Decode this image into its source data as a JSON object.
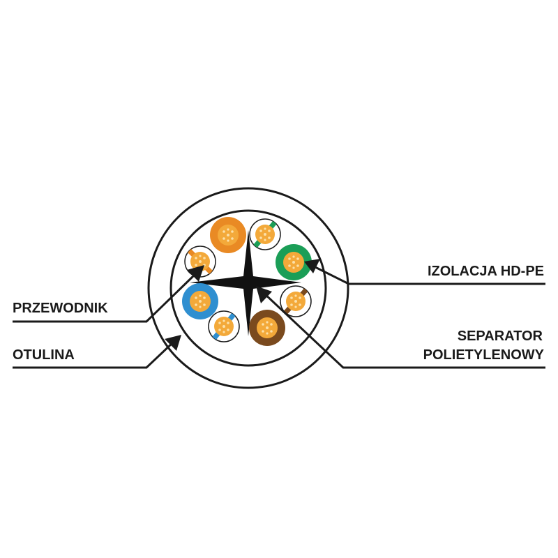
{
  "labels": {
    "conductor": "PRZEWODNIK",
    "jacket": "OTULINA",
    "insulation": "IZOLACJA HD-PE",
    "separator_line1": "SEPARATOR",
    "separator_line2": "POLIETYLENOWY"
  },
  "colors": {
    "ink": "#1a1a1a",
    "copper": "#f3a93a",
    "copper_strand": "#fce0a8",
    "orange": "#e98a24",
    "green": "#1b9e57",
    "blue": "#2f8fd0",
    "brown": "#7a4a1e"
  },
  "wire_pairs": [
    {
      "name": "orange",
      "solid": "orange",
      "striped": "white-orange"
    },
    {
      "name": "green",
      "solid": "green",
      "striped": "white-green"
    },
    {
      "name": "blue",
      "solid": "blue",
      "striped": "white-blue"
    },
    {
      "name": "brown",
      "solid": "brown",
      "striped": "white-brown"
    }
  ]
}
